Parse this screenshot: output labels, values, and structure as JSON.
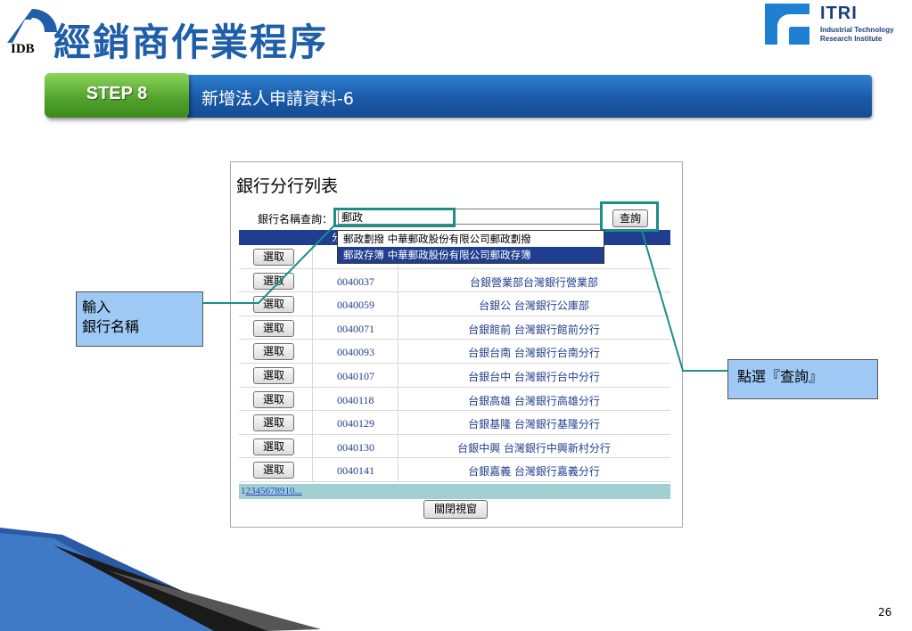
{
  "header": {
    "idb_label": "IDB",
    "title": "經銷商作業程序",
    "itri_name": "ITRI",
    "itri_subtitle_line1": "Industrial Technology",
    "itri_subtitle_line2": "Research Institute"
  },
  "step": {
    "label": "STEP 8",
    "banner_text": "新增法人申請資料-6"
  },
  "panel": {
    "title": "銀行分行列表",
    "search_label": "銀行名稱查詢：",
    "search_value": "郵政",
    "query_button": "查詢",
    "header_partial": "分",
    "dropdown": [
      "郵政劃撥 中華郵政股份有限公司郵政劃撥",
      "郵政存簿 中華郵政股份有限公司郵政存簿"
    ],
    "select_label": "選取",
    "rows": [
      {
        "code": "",
        "name": ""
      },
      {
        "code": "0040037",
        "name": "台銀營業部台灣銀行營業部"
      },
      {
        "code": "0040059",
        "name": "台銀公 台灣銀行公庫部"
      },
      {
        "code": "0040071",
        "name": "台銀館前 台灣銀行館前分行"
      },
      {
        "code": "0040093",
        "name": "台銀台南 台灣銀行台南分行"
      },
      {
        "code": "0040107",
        "name": "台銀台中 台灣銀行台中分行"
      },
      {
        "code": "0040118",
        "name": "台銀高雄 台灣銀行高雄分行"
      },
      {
        "code": "0040129",
        "name": "台銀基隆 台灣銀行基隆分行"
      },
      {
        "code": "0040130",
        "name": "台銀中興 台灣銀行中興新村分行"
      },
      {
        "code": "0040141",
        "name": "台銀嘉義 台灣銀行嘉義分行"
      }
    ],
    "pager_current": "1",
    "pager_links": "2345678910...",
    "close_button": "關閉視窗"
  },
  "callouts": {
    "input_line1": "輸入",
    "input_line2": "銀行名稱",
    "button": "點選『查詢』"
  },
  "page_number": "26",
  "colors": {
    "title_blue": "#1f5ea8",
    "step_green": "#4fa12a",
    "banner_blue": "#1a5aa8",
    "highlight_teal": "#1a8f86",
    "callout_fill": "#9dc9f4",
    "table_header": "#1f3e8f",
    "pager_bg": "#a2cfd1"
  }
}
